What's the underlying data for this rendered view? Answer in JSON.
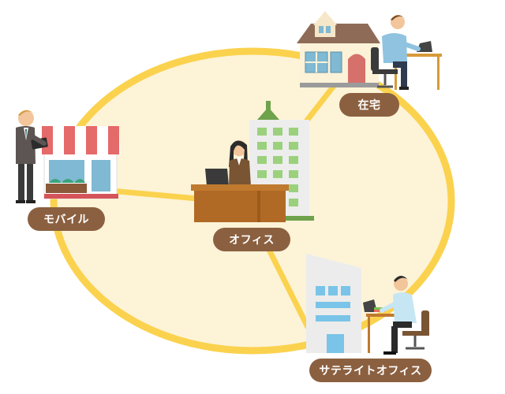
{
  "labels": {
    "home": "在宅",
    "mobile": "モバイル",
    "office": "オフィス",
    "satellite": "サテライトオフィス"
  },
  "colors": {
    "ellipse_fill": "#fdf3d7",
    "ellipse_stroke": "#fbd24e",
    "label_bg": "#8b6040",
    "label_text": "#ffffff"
  }
}
